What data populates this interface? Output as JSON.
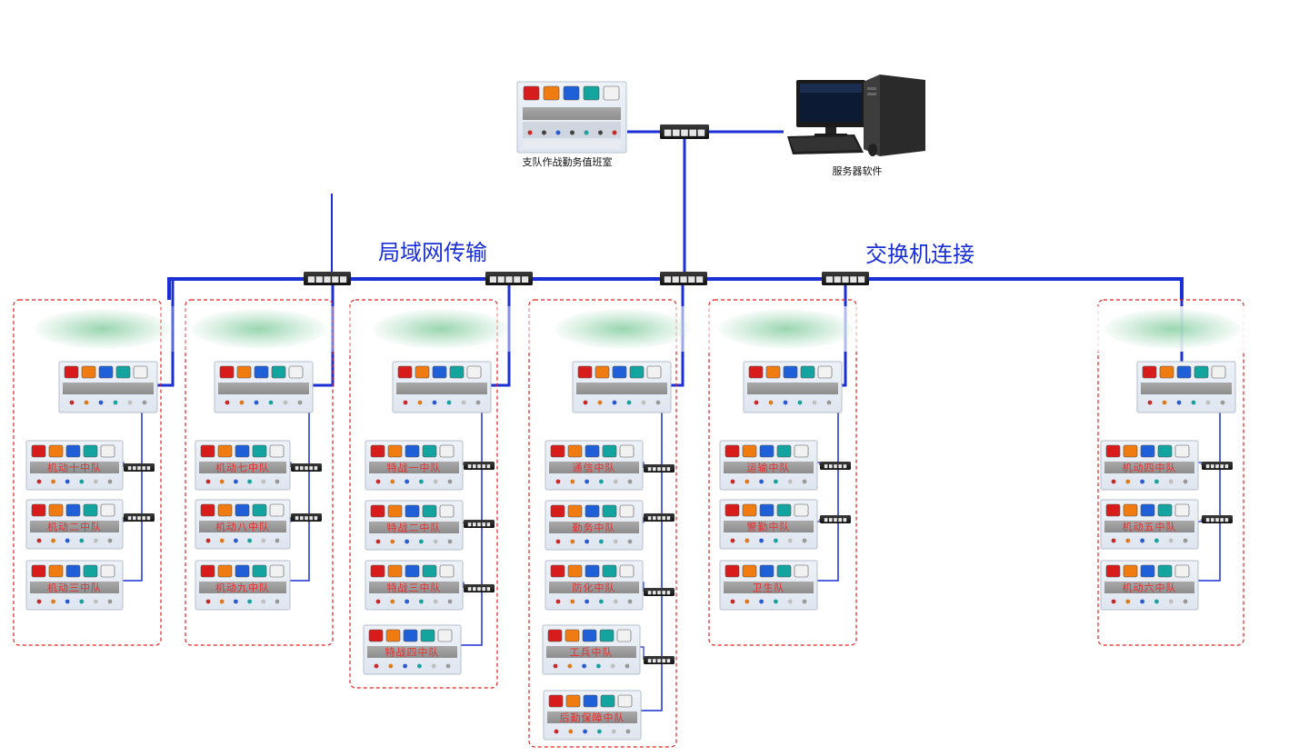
{
  "labels": {
    "control_room": "支队作战勤务值班室",
    "server": "服务器软件",
    "lan": "局域网传输",
    "switch_conn": "交换机连接"
  },
  "colors": {
    "network_line": "#1a2fd6",
    "group_border": "#e02020",
    "lcd_text": "#e53030",
    "btn_red": "#d81c1c",
    "btn_orange": "#f07b10",
    "btn_blue": "#1f5fd8",
    "btn_teal": "#14a4a0",
    "btn_white": "#f2f2f2"
  },
  "icons": [
    "network-switch-icon",
    "pc-monitor-icon",
    "pc-tower-icon",
    "keyboard-icon",
    "mouse-icon"
  ],
  "groups": [
    {
      "units": [
        "机动十中队",
        "机动二中队",
        "机动三中队"
      ]
    },
    {
      "units": [
        "机动七中队",
        "机动八中队",
        "机动九中队"
      ]
    },
    {
      "units": [
        "特战一中队",
        "特战二中队",
        "特战三中队",
        "特战四中队"
      ]
    },
    {
      "units": [
        "通信中队",
        "勤务中队",
        "防化中队",
        "工兵中队",
        "后勤保障中队"
      ]
    },
    {
      "units": [
        "运输中队",
        "警勤中队",
        "卫生队"
      ]
    },
    {
      "units": [
        "机动四中队",
        "机动五中队",
        "机动六中队"
      ]
    }
  ]
}
